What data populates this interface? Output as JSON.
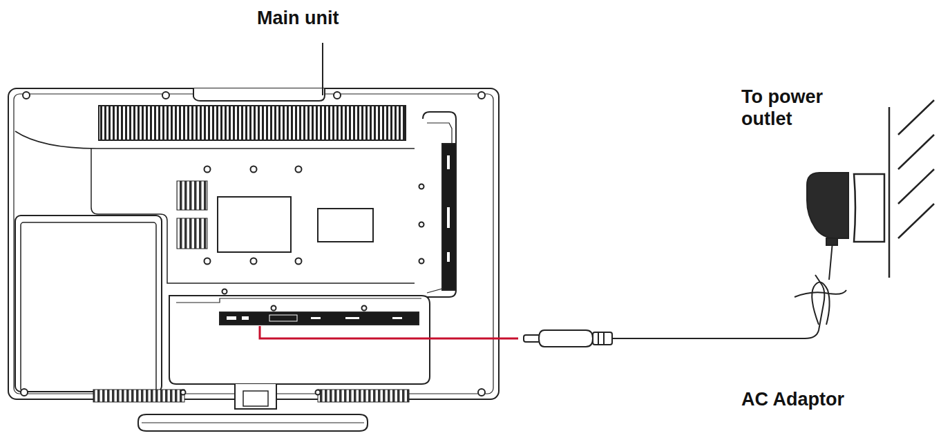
{
  "diagram": {
    "labels": [
      "Main unit",
      "To power outlet",
      "AC Adaptor"
    ]
  }
}
